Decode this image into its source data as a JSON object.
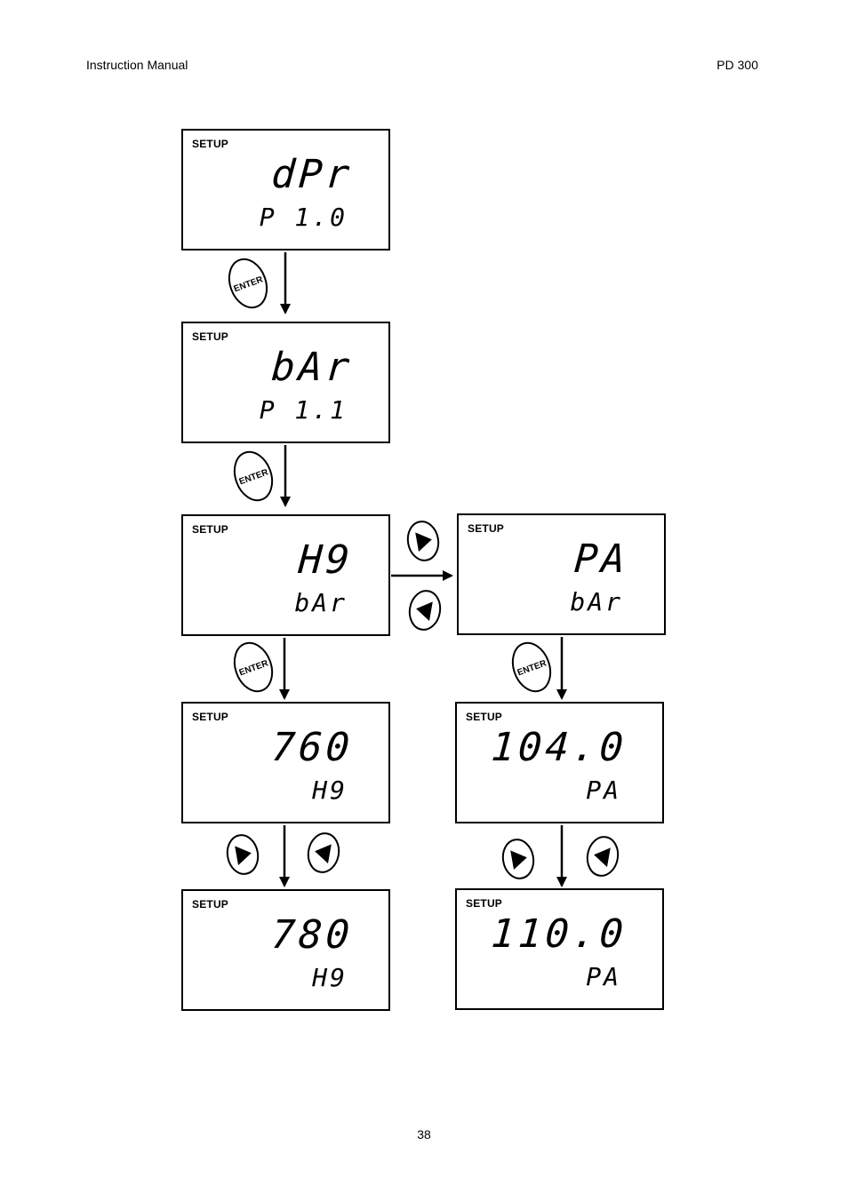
{
  "header": {
    "left": "Instruction Manual",
    "right": "PD 300"
  },
  "page_number": "38",
  "screens": {
    "dpr": {
      "setup": "SETUP",
      "main": "dPr",
      "sub": "P 1.0"
    },
    "bar": {
      "setup": "SETUP",
      "main": "bAr",
      "sub": "P 1.1"
    },
    "hg_unit": {
      "setup": "SETUP",
      "main": "H9",
      "sub": "bAr"
    },
    "pa_unit": {
      "setup": "SETUP",
      "main": "PA",
      "sub": "bAr"
    },
    "hg_760": {
      "setup": "SETUP",
      "main": "760",
      "sub": "H9"
    },
    "pa_104": {
      "setup": "SETUP",
      "main": "104.0",
      "sub": "PA"
    },
    "hg_780": {
      "setup": "SETUP",
      "main": "780",
      "sub": "H9"
    },
    "pa_110": {
      "setup": "SETUP",
      "main": "110.0",
      "sub": "PA"
    }
  },
  "keys": {
    "enter": "ENTER",
    "right": "right-arrow-key",
    "left": "left-arrow-key"
  }
}
